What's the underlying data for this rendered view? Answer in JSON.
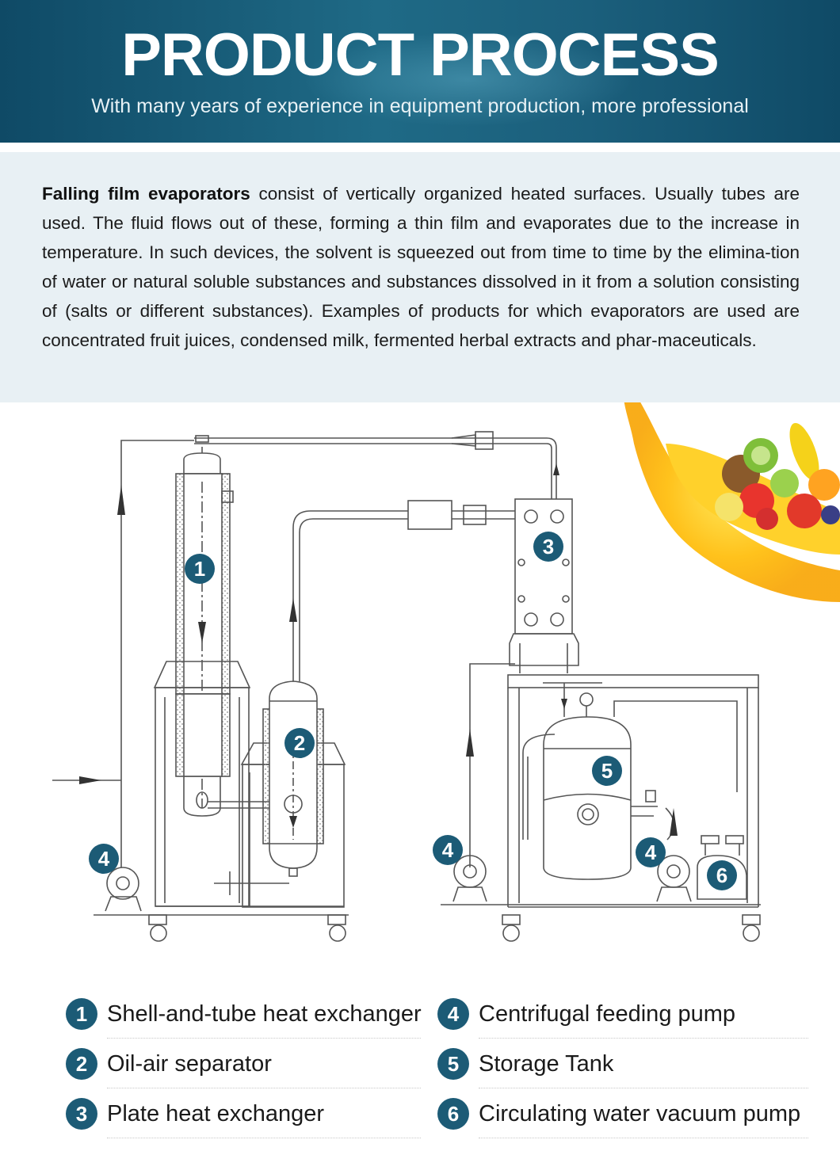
{
  "header": {
    "title": "PRODUCT PROCESS",
    "subtitle": "With many years of experience in equipment production, more professional"
  },
  "description": {
    "lead": "Falling film evaporators",
    "body": " consist of vertically organized heated surfaces. Usually tubes are used. The fluid flows out of these, forming a thin film and evaporates due to the increase in temperature. In such devices, the solvent is squeezed out from time to time by the elimina-tion of water or natural soluble substances and substances dissolved in it from a solution consisting of (salts or different substances). Examples of products for which evaporators are used are concentrated fruit juices, condensed milk, fermented herbal extracts and phar-maceuticals."
  },
  "diagram": {
    "callouts": [
      "1",
      "2",
      "3",
      "4",
      "4",
      "4",
      "5",
      "6"
    ]
  },
  "legend": [
    {
      "num": "1",
      "label": "Shell-and-tube heat exchanger"
    },
    {
      "num": "2",
      "label": "Oil-air separator"
    },
    {
      "num": "3",
      "label": "Plate heat exchanger"
    },
    {
      "num": "4",
      "label": "Centrifugal feeding pump"
    },
    {
      "num": "5",
      "label": "Storage Tank"
    },
    {
      "num": "6",
      "label": "Circulating water vacuum pump"
    }
  ],
  "colors": {
    "header_bg": "#1b5f7c",
    "panel_bg": "#e8f0f4",
    "badge": "#1c5b76",
    "line": "#555555"
  }
}
